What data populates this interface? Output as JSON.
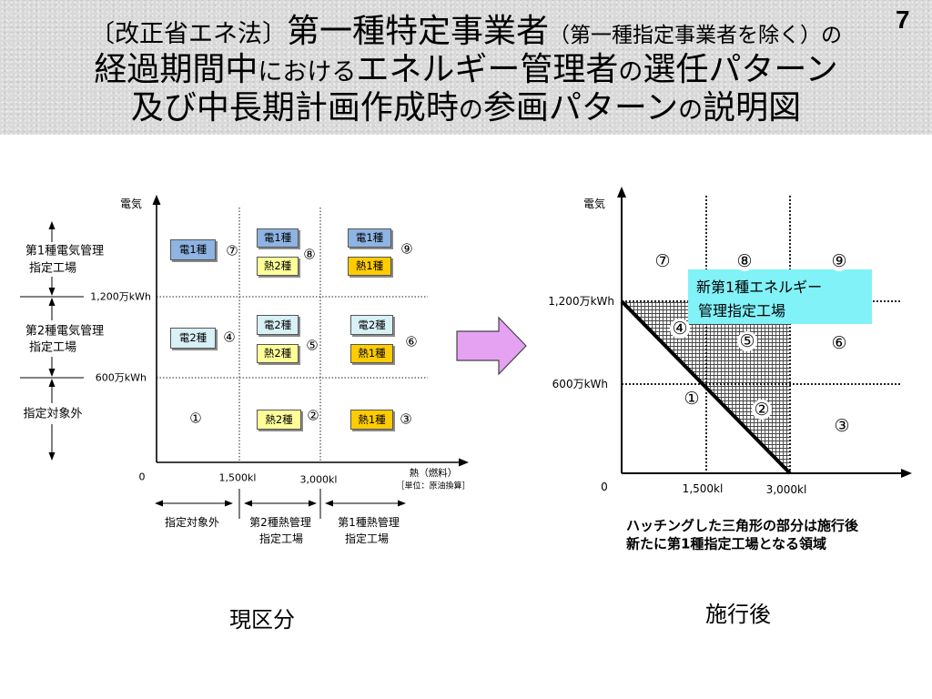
{
  "slide": {
    "page_number": "7",
    "title": {
      "line1": {
        "p1": "〔改正省エネ法〕",
        "p2": "第一種特定事業者",
        "p3": "（第一種指定事業者を除く）の"
      },
      "line2": {
        "p1": "経過期間中",
        "p2": "における",
        "p3": "エネルギー管理者",
        "p4": "の",
        "p5": "選任パターン"
      },
      "line3": {
        "p1": "及び中長期計画作成時",
        "p2": "の",
        "p3": "参画パターン",
        "p4": "の",
        "p5": "説明図"
      }
    }
  },
  "colors": {
    "elec1": "#8db4e2",
    "elec2": "#d8f1f7",
    "heat2": "#ffff99",
    "heat1": "#ffcc00",
    "new_class_box": "#80f2f8",
    "arrow": "#e6a2f2"
  },
  "current": {
    "caption": "現区分",
    "y_axis_label": "電気",
    "x_axis_label": "熱（燃料）",
    "x_axis_unit": "［単位：原油換算］",
    "origin": "0",
    "y_ticks": [
      "1,200万kWh",
      "600万kWh"
    ],
    "x_ticks": [
      "1,500kl",
      "3,000kl"
    ],
    "electric_classes": [
      {
        "line1": "第1種電気管理",
        "line2": "指定工場"
      },
      {
        "line1": "第2種電気管理",
        "line2": "指定工場"
      },
      {
        "line1": "指定対象外"
      }
    ],
    "heat_classes": [
      {
        "line1": "指定対象外"
      },
      {
        "line1": "第2種熱管理",
        "line2": "指定工場"
      },
      {
        "line1": "第1種熱管理",
        "line2": "指定工場"
      }
    ],
    "cells": [
      {
        "number": "⑦",
        "tags": [
          "電1種"
        ]
      },
      {
        "number": "⑧",
        "tags": [
          "電1種",
          "熱2種"
        ]
      },
      {
        "number": "⑨",
        "tags": [
          "電1種",
          "熱1種"
        ]
      },
      {
        "number": "④",
        "tags": [
          "電2種"
        ]
      },
      {
        "number": "⑤",
        "tags": [
          "電2種",
          "熱2種"
        ]
      },
      {
        "number": "⑥",
        "tags": [
          "電2種",
          "熱1種"
        ]
      },
      {
        "number": "①",
        "tags": []
      },
      {
        "number": "②",
        "tags": [
          "熱2種"
        ]
      },
      {
        "number": "③",
        "tags": [
          "熱1種"
        ]
      }
    ]
  },
  "after": {
    "caption": "施行後",
    "y_axis_label": "電気",
    "origin": "0",
    "y_ticks": [
      "1,200万kWh",
      "600万kWh"
    ],
    "x_ticks": [
      "1,500kl",
      "3,000kl"
    ],
    "new_class_label": {
      "line1": "新第1種エネルギー",
      "line2": "管理指定工場"
    },
    "regions": [
      "⑦",
      "⑧",
      "⑨",
      "④",
      "⑤",
      "⑥",
      "①",
      "②",
      "③"
    ],
    "note": {
      "line1": "ハッチングした三角形の部分は施行後",
      "line2": "新たに第1種指定工場となる領域"
    }
  }
}
